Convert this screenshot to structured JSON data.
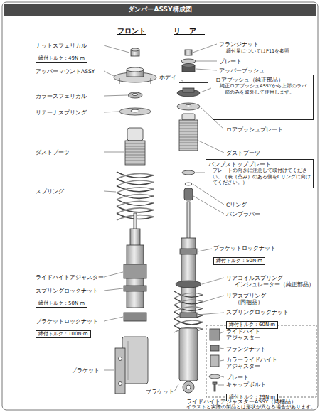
{
  "diagram": {
    "title": "ダンパーASSY構成図",
    "caption": "イラストと実際の製品とは形状が異なる場合があります。",
    "nodes": [
      {
        "text": [
          "ナットスフェリカル",
          "締付トルク：49N·m"
        ]
      },
      {
        "text": [
          "スプリングロックナット",
          "締付トルク：50N·m"
        ]
      },
      {
        "text": [
          "ブラケットロックナット",
          "締付トルク：100N·m"
        ]
      },
      {
        "text": [
          "ロアブッシュ（純正部品）",
          "純正ロアブッシュASSYから上部のラバー部のみを取外して使用します。"
        ]
      },
      {
        "text": [
          "バンプストッププレート",
          "プレートの向きに注意して取付けてください。（表（凸み）のある側をCリングに向けてください。）"
        ]
      },
      {
        "text": [
          "ブラケットロックナット",
          "締付トルク：50N·m"
        ]
      },
      {
        "text": [
          "スプリングロックナット",
          "締付トルク：60N·m"
        ]
      },
      {
        "text": [
          "キャップボルト",
          "締付トルク：29N·m"
        ]
      }
    ],
    "labels": [
      "フロント",
      "リア",
      "フランジナット",
      "締付量についてはP11を参照",
      "プレート",
      "アッパーマウントASSY",
      "アッパーブッシュ",
      "ボディ",
      "カラースフェリカル",
      "リテーナスプリング",
      "ロアブッシュプレート",
      "ダストブーツ",
      "ダストブーツ",
      "スプリング",
      "Cリング",
      "バンプラバー",
      "リアコイルスプリング",
      "インシュレーター（純正部品）",
      "ライドハイトアジャスター",
      "リアスプリング",
      "（同梱品）",
      "ライドハイト",
      "アジャスター",
      "フランジナット",
      "カラーライドハイト",
      "アジャスター",
      "プレート",
      "ブラケット",
      "ブラケット",
      "ライドハイトアジャスターASSY（同梱品）"
    ]
  }
}
